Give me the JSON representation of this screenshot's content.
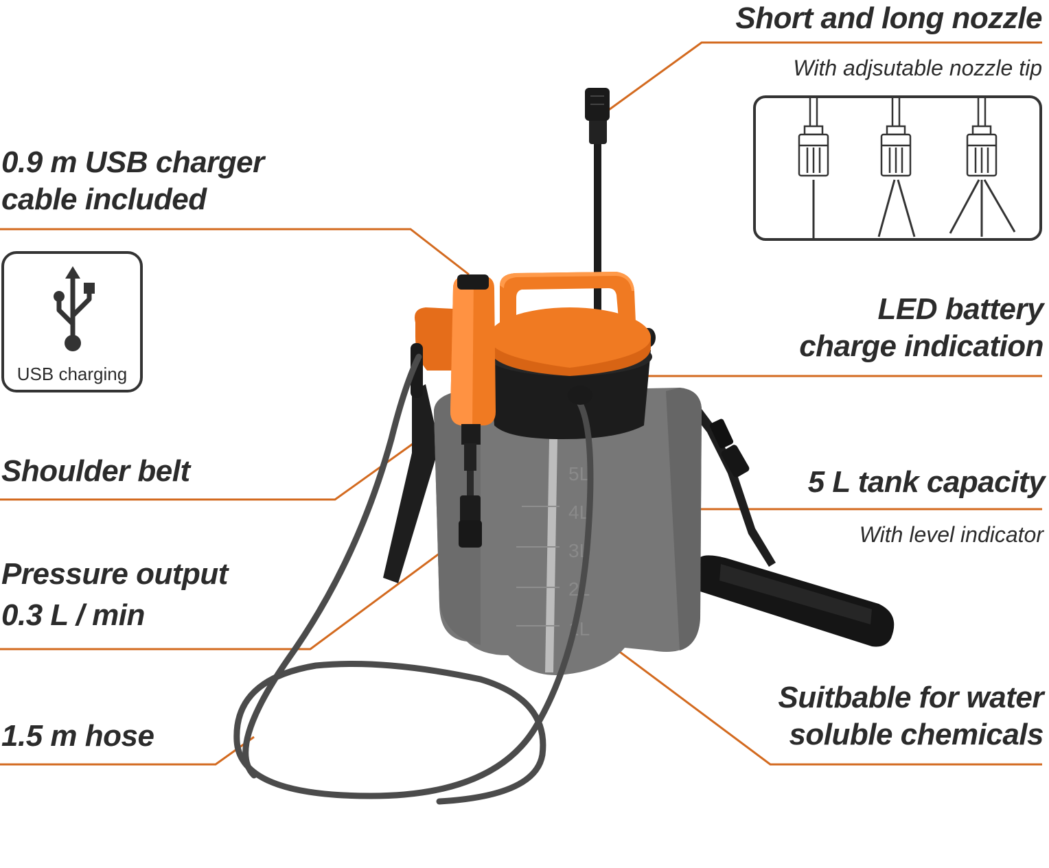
{
  "colors": {
    "accent": "#d36a1f",
    "text": "#2b2b2b",
    "tank_body": "#777777",
    "cap_orange": "#f07a22",
    "black_parts": "#1c1c1c"
  },
  "features": {
    "nozzle": {
      "title": "Short and long nozzle",
      "subtitle": "With adjsutable nozzle tip"
    },
    "usb_cable": {
      "title_line1": "0.9 m USB charger",
      "title_line2": "cable included"
    },
    "usb_badge": {
      "label": "USB charging",
      "icon": "usb-icon"
    },
    "led": {
      "title_line1": "LED battery",
      "title_line2": "charge indication"
    },
    "shoulder": {
      "title": "Shoulder belt"
    },
    "tank": {
      "title": "5 L tank capacity",
      "subtitle": "With level indicator"
    },
    "pressure": {
      "title_line1": "Pressure output",
      "title_line2": "0.3 L / min"
    },
    "chemicals": {
      "title_line1": "Suitbable for water",
      "title_line2": "soluble chemicals"
    },
    "hose": {
      "title": "1.5 m hose"
    }
  },
  "tank_marks": [
    "5L",
    "4L",
    "3L",
    "2L",
    "1L"
  ]
}
